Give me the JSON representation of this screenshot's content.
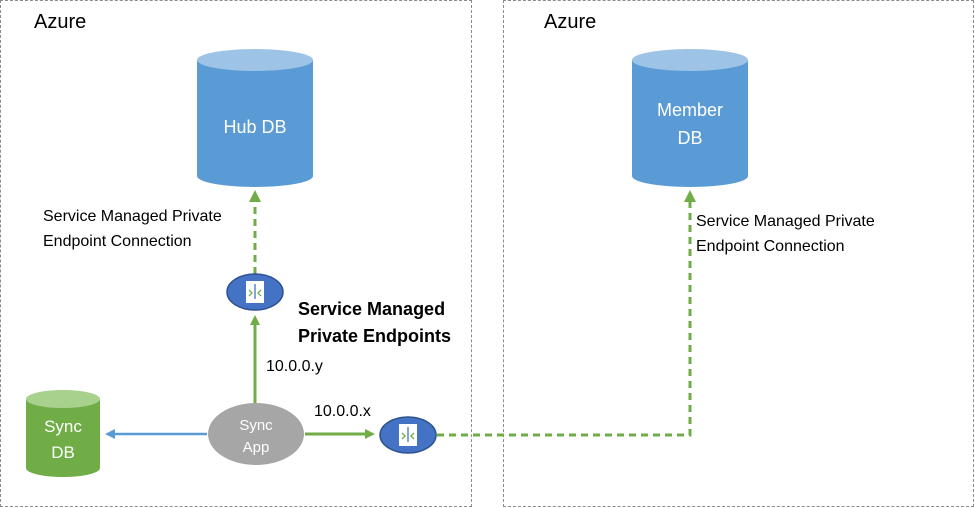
{
  "regions": {
    "left": {
      "title": "Azure"
    },
    "right": {
      "title": "Azure"
    }
  },
  "nodes": {
    "hub_db": {
      "label": "Hub DB"
    },
    "member_db": {
      "line1": "Member",
      "line2": "DB"
    },
    "sync_db": {
      "line1": "Sync",
      "line2": "DB"
    },
    "sync_app": {
      "line1": "Sync",
      "line2": "App"
    }
  },
  "labels": {
    "hub_connection": {
      "line1": "Service Managed Private",
      "line2": "Endpoint Connection"
    },
    "member_connection": {
      "line1": "Service Managed Private",
      "line2": "Endpoint Connection"
    },
    "endpoints_title": {
      "line1": "Service Managed",
      "line2": "Private Endpoints"
    },
    "ip_y": "10.0.0.y",
    "ip_x": "10.0.0.x"
  },
  "colors": {
    "db_blue": "#5b9bd5",
    "db_blue_top": "#9dc3e6",
    "db_green": "#70ad47",
    "db_green_top": "#a9d18e",
    "app_gray": "#a6a6a6",
    "endpoint_blue": "#4472c4",
    "arrow_green": "#70ad47",
    "arrow_blue": "#5b9bd5"
  },
  "icons": {
    "endpoint": "private-endpoint-icon"
  }
}
